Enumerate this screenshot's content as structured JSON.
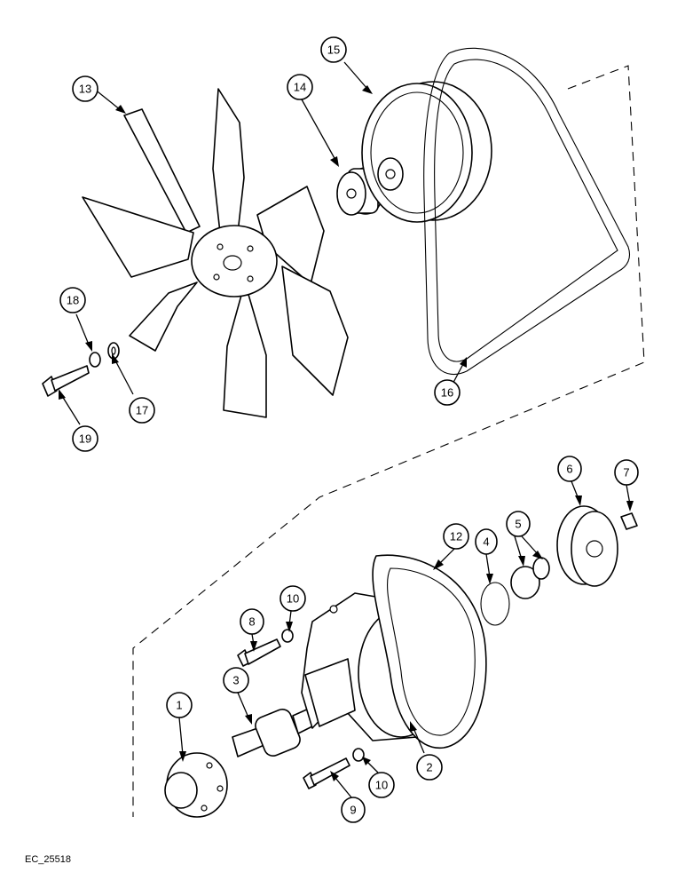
{
  "callouts": [
    "1",
    "2",
    "3",
    "4",
    "5",
    "6",
    "7",
    "8",
    "9",
    "10",
    "10",
    "12",
    "13",
    "14",
    "15",
    "16",
    "17",
    "18",
    "19"
  ],
  "reference_code": "EC_25518"
}
